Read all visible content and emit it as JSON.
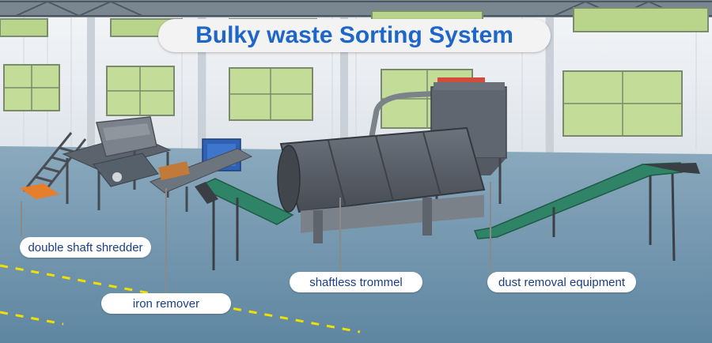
{
  "title": "Bulky waste Sorting System",
  "labels": {
    "shredder": "double shaft shredder",
    "iron_remover": "iron remover",
    "trommel": "shaftless trommel",
    "dust_removal": "dust removal equipment"
  },
  "colors": {
    "title_text": "#1f66c9",
    "label_text": "#1a3e86",
    "floor": "#6f93ab",
    "wall": "#e9edf2",
    "machine": "#565d66",
    "conveyor_belt": "#2f8467",
    "warning_line": "#f0e000",
    "cabinet": "#2e61b3"
  }
}
